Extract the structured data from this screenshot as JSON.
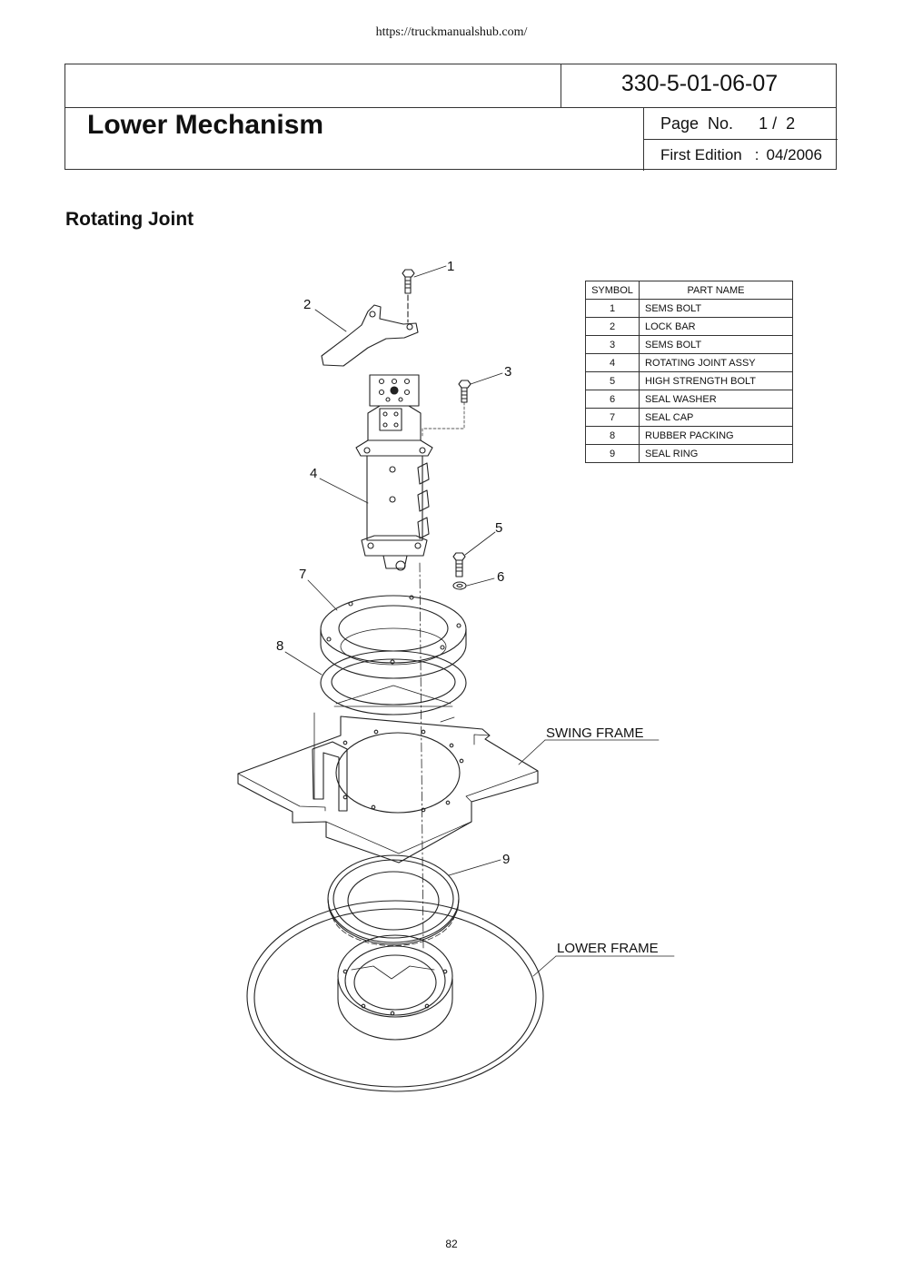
{
  "source_url": "https://truckmanualshub.com/",
  "header": {
    "doc_number": "330-5-01-06-07",
    "title": "Lower Mechanism",
    "page_label": "Page  No.",
    "page_value": "1 /  2",
    "edition_label": "First Edition",
    "edition_colon": ":",
    "edition_value": "04/2006"
  },
  "section_title": "Rotating Joint",
  "parts_table": {
    "headers": [
      "SYMBOL",
      "PART NAME"
    ],
    "rows": [
      {
        "symbol": "1",
        "name": "SEMS BOLT"
      },
      {
        "symbol": "2",
        "name": "LOCK BAR"
      },
      {
        "symbol": "3",
        "name": "SEMS BOLT"
      },
      {
        "symbol": "4",
        "name": "ROTATING JOINT ASSY"
      },
      {
        "symbol": "5",
        "name": "HIGH STRENGTH BOLT"
      },
      {
        "symbol": "6",
        "name": "SEAL WASHER"
      },
      {
        "symbol": "7",
        "name": "SEAL CAP"
      },
      {
        "symbol": "8",
        "name": "RUBBER PACKING"
      },
      {
        "symbol": "9",
        "name": "SEAL RING"
      }
    ]
  },
  "drawing": {
    "callouts": [
      "1",
      "2",
      "3",
      "4",
      "5",
      "6",
      "7",
      "8",
      "9"
    ],
    "swing_frame_label": "SWING FRAME",
    "lower_frame_label": "LOWER FRAME"
  },
  "page_number": "82"
}
